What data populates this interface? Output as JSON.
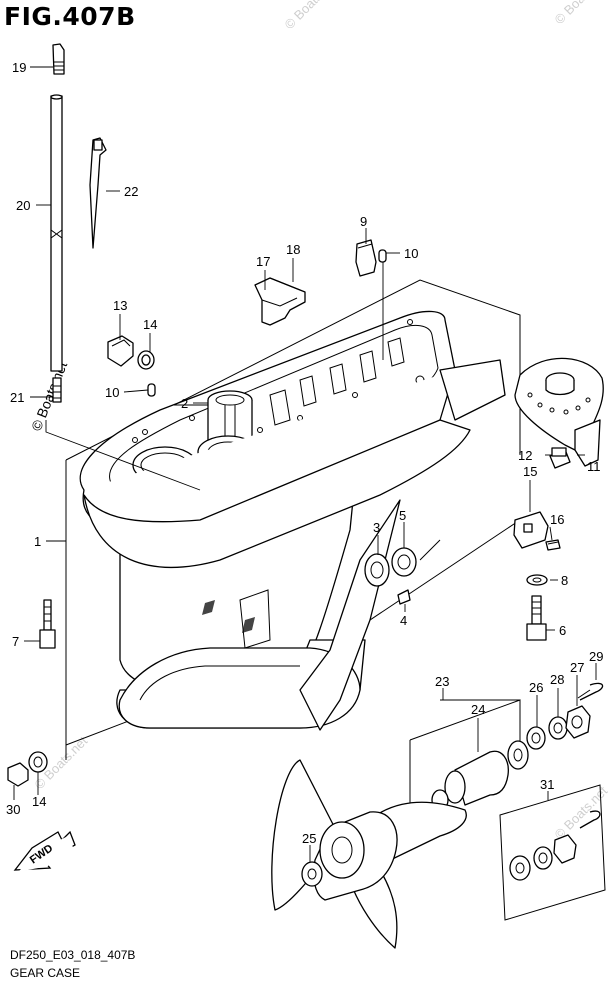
{
  "figure_title": "FIG.407B",
  "footer": {
    "code": "DF250_E03_018_407B",
    "name": "GEAR CASE"
  },
  "watermark": "© Boats.net",
  "fwd_label": "FWD",
  "callouts": {
    "c1": "1",
    "c2": "2",
    "c3": "3",
    "c4": "4",
    "c5": "5",
    "c6": "6",
    "c7": "7",
    "c8": "8",
    "c9": "9",
    "c10a": "10",
    "c10b": "10",
    "c11": "11",
    "c12": "12",
    "c13": "13",
    "c14a": "14",
    "c14b": "14",
    "c15": "15",
    "c16": "16",
    "c17": "17",
    "c18": "18",
    "c19": "19",
    "c20": "20",
    "c21": "21",
    "c22": "22",
    "c23": "23",
    "c24": "24",
    "c25": "25",
    "c26": "26",
    "c27": "27",
    "c28": "28",
    "c29": "29",
    "c30": "30",
    "c31": "31"
  }
}
